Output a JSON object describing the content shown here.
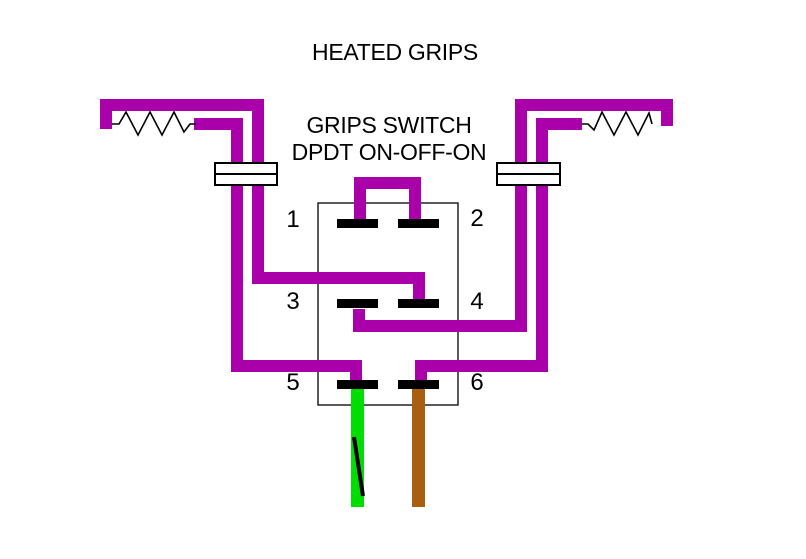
{
  "title": "HEATED GRIPS",
  "switch": {
    "label_line1": "GRIPS SWITCH",
    "label_line2": "DPDT ON-OFF-ON",
    "terminals": [
      {
        "label": "1"
      },
      {
        "label": "2"
      },
      {
        "label": "3"
      },
      {
        "label": "4"
      },
      {
        "label": "5"
      },
      {
        "label": "6"
      }
    ]
  },
  "components": {
    "left_heating_element": "resistor-icon",
    "right_heating_element": "resistor-icon",
    "left_connector": "connector-block-icon",
    "right_connector": "connector-block-icon",
    "switch_body": "dpdt-switch-outline"
  },
  "colors": {
    "wire_purple": "#AA00AA",
    "wire_green": "#00DD00",
    "wire_green_stripe": "#000000",
    "wire_brown": "#A95F10",
    "terminal_black": "#000000",
    "text": "#000000",
    "background": "#FFFFFF"
  }
}
